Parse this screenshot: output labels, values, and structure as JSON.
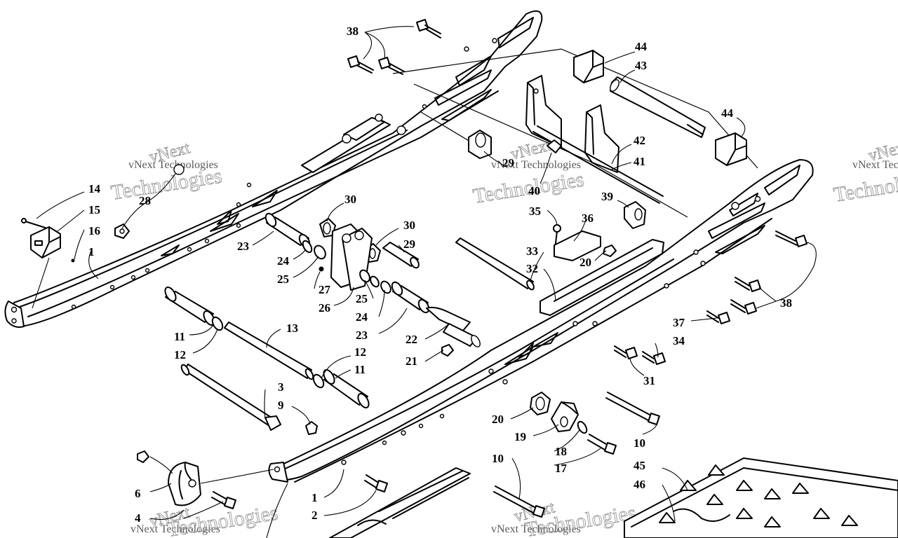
{
  "watermark": {
    "line1": "vNext Technologies",
    "big1": "vNext",
    "big2": "Technologies"
  },
  "callouts": [
    {
      "label": "38"
    },
    {
      "label": "44"
    },
    {
      "label": "43"
    },
    {
      "label": "44"
    },
    {
      "label": "42"
    },
    {
      "label": "41"
    },
    {
      "label": "39"
    },
    {
      "label": "40"
    },
    {
      "label": "29"
    },
    {
      "label": "14"
    },
    {
      "label": "15"
    },
    {
      "label": "16"
    },
    {
      "label": "1"
    },
    {
      "label": "28"
    },
    {
      "label": "30"
    },
    {
      "label": "30"
    },
    {
      "label": "29"
    },
    {
      "label": "23"
    },
    {
      "label": "24"
    },
    {
      "label": "25"
    },
    {
      "label": "27"
    },
    {
      "label": "26"
    },
    {
      "label": "25"
    },
    {
      "label": "24"
    },
    {
      "label": "23"
    },
    {
      "label": "35"
    },
    {
      "label": "36"
    },
    {
      "label": "33"
    },
    {
      "label": "32"
    },
    {
      "label": "20"
    },
    {
      "label": "38"
    },
    {
      "label": "37"
    },
    {
      "label": "34"
    },
    {
      "label": "31"
    },
    {
      "label": "11"
    },
    {
      "label": "12"
    },
    {
      "label": "13"
    },
    {
      "label": "12"
    },
    {
      "label": "11"
    },
    {
      "label": "22"
    },
    {
      "label": "21"
    },
    {
      "label": "3"
    },
    {
      "label": "9"
    },
    {
      "label": "20"
    },
    {
      "label": "19"
    },
    {
      "label": "10"
    },
    {
      "label": "18"
    },
    {
      "label": "17"
    },
    {
      "label": "10"
    },
    {
      "label": "6"
    },
    {
      "label": "4"
    },
    {
      "label": "1"
    },
    {
      "label": "2"
    },
    {
      "label": "45"
    },
    {
      "label": "46"
    }
  ]
}
